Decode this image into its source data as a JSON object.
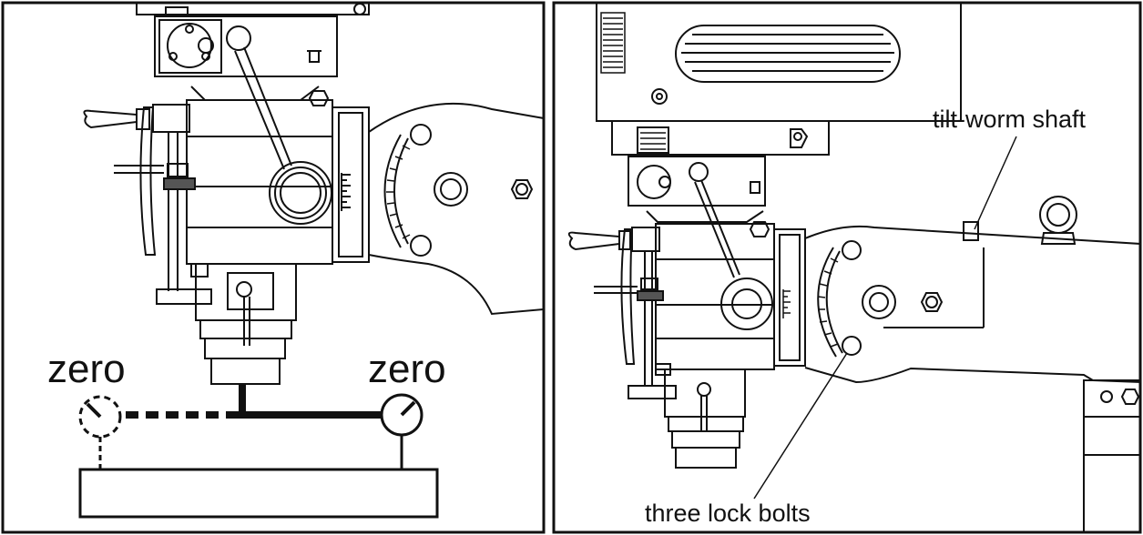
{
  "left_panel": {
    "label_zero_left": "zero",
    "label_zero_right": "zero"
  },
  "right_panel": {
    "label_tilt_worm": "tilt-worm shaft",
    "label_lock_bolts": "three lock bolts"
  },
  "colors": {
    "line": "#111111",
    "background": "#ffffff"
  }
}
